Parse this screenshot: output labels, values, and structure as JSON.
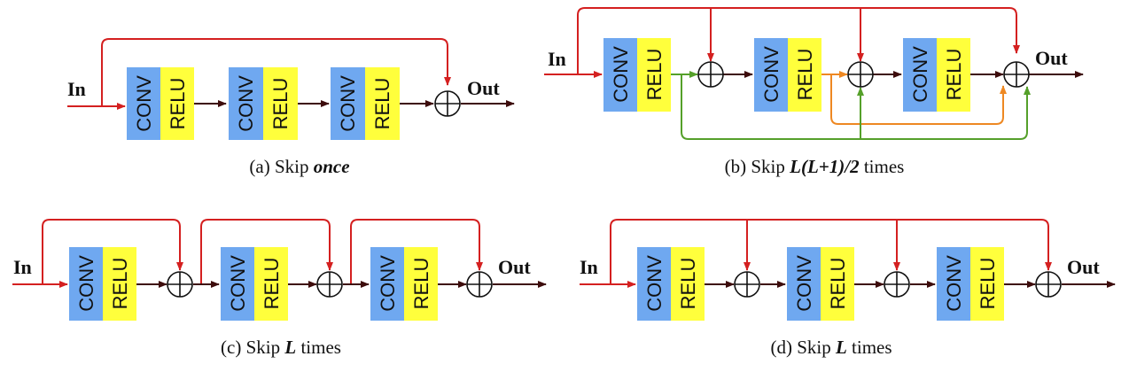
{
  "labels": {
    "input": "In",
    "output": "Out",
    "conv": "CONV",
    "relu": "RELU"
  },
  "captions": {
    "a": {
      "prefix": "(a) Skip ",
      "emph": "once",
      "suffix": ""
    },
    "b": {
      "prefix": "(b) Skip ",
      "emph": "L(L+1)/2",
      "suffix": " times"
    },
    "c": {
      "prefix": "(c) Skip ",
      "emph": "L",
      "suffix": " times"
    },
    "d": {
      "prefix": "(d) Skip ",
      "emph": "L",
      "suffix": " times"
    }
  },
  "colors": {
    "conv_fill": "#6fa8f0",
    "relu_fill": "#ffff3c",
    "main_path": "#3d0c0c",
    "skip_red": "#d42020",
    "skip_orange": "#ee8822",
    "skip_green": "#55a02a"
  }
}
